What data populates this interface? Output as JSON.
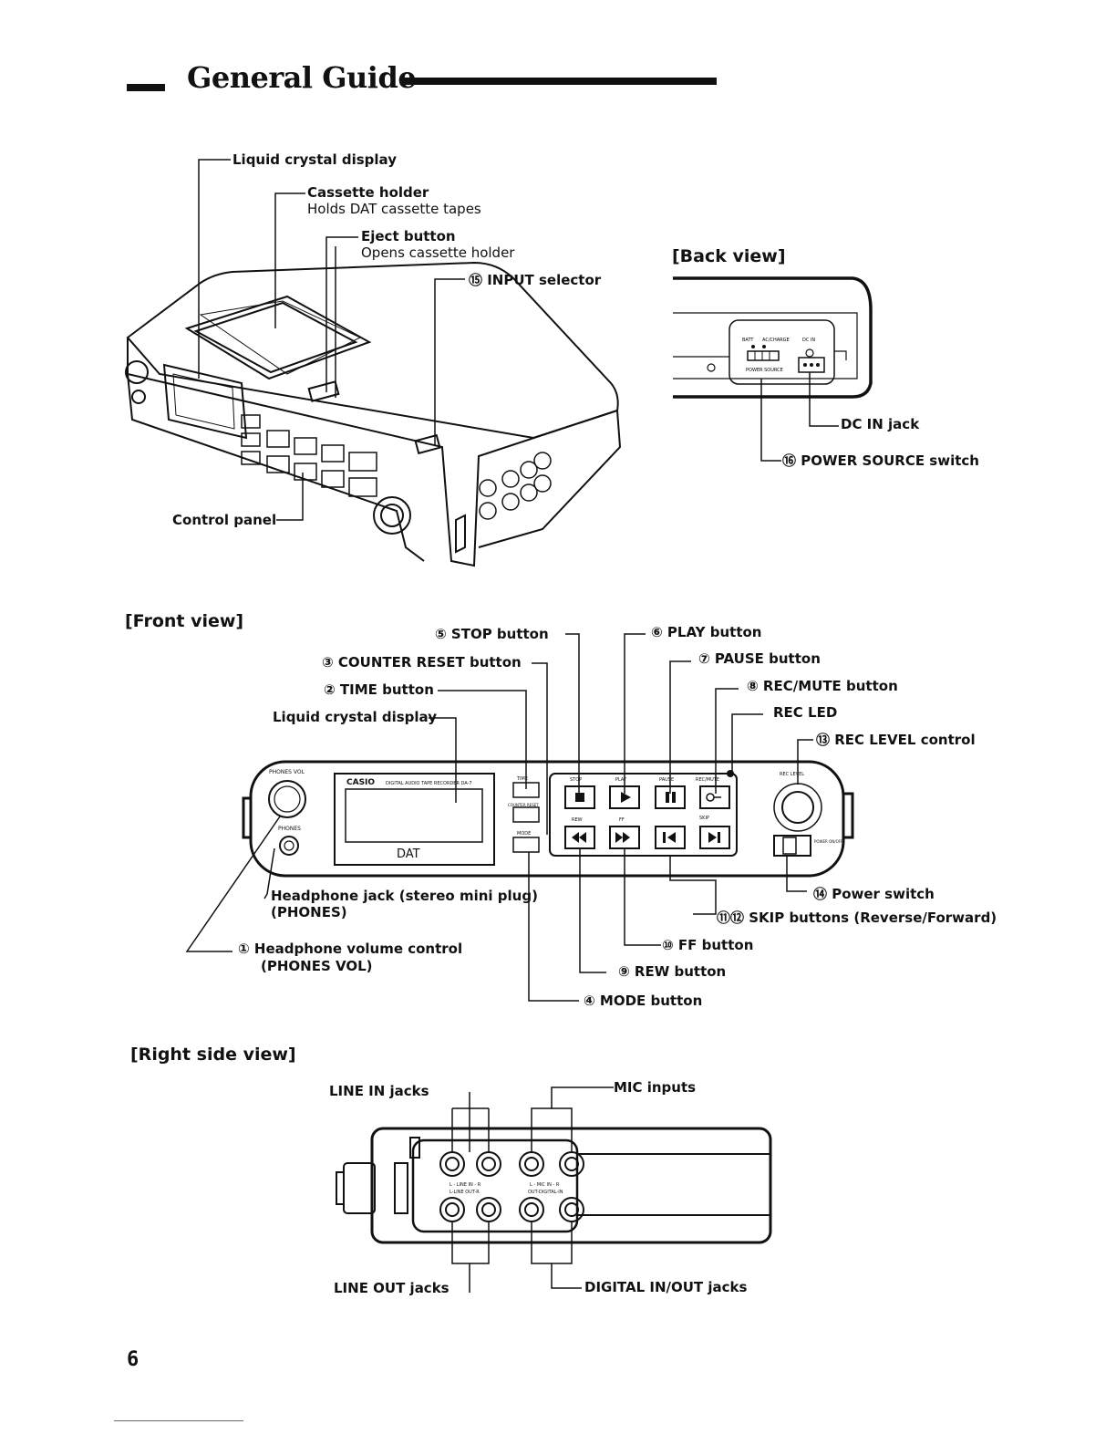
{
  "page": {
    "title": "General Guide",
    "page_number": "6"
  },
  "top": {
    "lcd": "Liquid crystal display",
    "cassette_holder": "Cassette holder",
    "cassette_holder_desc": "Holds DAT cassette tapes",
    "eject": "Eject button",
    "eject_desc": "Opens cassette holder",
    "input_selector": "⑮ INPUT selector",
    "control_panel": "Control panel"
  },
  "back": {
    "heading": "[Back view]",
    "dc_in": "DC IN jack",
    "power_source": "⑯ POWER SOURCE switch",
    "panel_batt": "BATT",
    "panel_ac": "AC/CHARGE",
    "panel_dcin": "DC IN",
    "panel_ps": "POWER SOURCE"
  },
  "front": {
    "heading": "[Front view]",
    "stop": "⑤ STOP button",
    "counter_reset": "③ COUNTER RESET button",
    "time": "② TIME button",
    "lcd": "Liquid crystal display",
    "play": "⑥ PLAY button",
    "pause": "⑦ PAUSE button",
    "recmute": "⑧ REC/MUTE button",
    "rec_led": "REC LED",
    "rec_level": "⑬ REC LEVEL control",
    "headphone_jack": "Headphone jack (stereo mini plug)",
    "headphone_jack_sub": "(PHONES)",
    "headphone_vol": "① Headphone volume control",
    "headphone_vol_sub": "(PHONES VOL)",
    "power_switch": "⑭ Power switch",
    "skip": "⑪⑫ SKIP buttons (Reverse/Forward)",
    "ff": "⑩ FF button",
    "rew": "⑨ REW button",
    "mode": "④ MODE button",
    "panel": {
      "phones_vol": "PHONES VOL",
      "phones": "PHONES",
      "casio": "CASIO",
      "model": "DIGITAL AUDIO TAPE RECORDER DA-7",
      "dat": "DAT",
      "time": "TIME",
      "counter_reset": "COUNTER RESET",
      "mode": "MODE",
      "stop": "STOP",
      "play": "PLAY",
      "pause": "PAUSE",
      "recmute": "REC/MUTE",
      "rew": "REW",
      "ff": "FF",
      "skip": "SKIP",
      "rec_level": "REC LEVEL",
      "power": "POWER ON/OFF"
    }
  },
  "right": {
    "heading": "[Right side view]",
    "line_in": "LINE IN jacks",
    "mic_inputs": "MIC inputs",
    "line_out": "LINE OUT jacks",
    "digital_io": "DIGITAL IN/OUT jacks",
    "panel_line_in": "L - LINE IN - R",
    "panel_line_out": "L-LINE OUT-R",
    "panel_mic_in": "L - MIC IN - R",
    "panel_digital": "OUT-DIGITAL-IN"
  }
}
